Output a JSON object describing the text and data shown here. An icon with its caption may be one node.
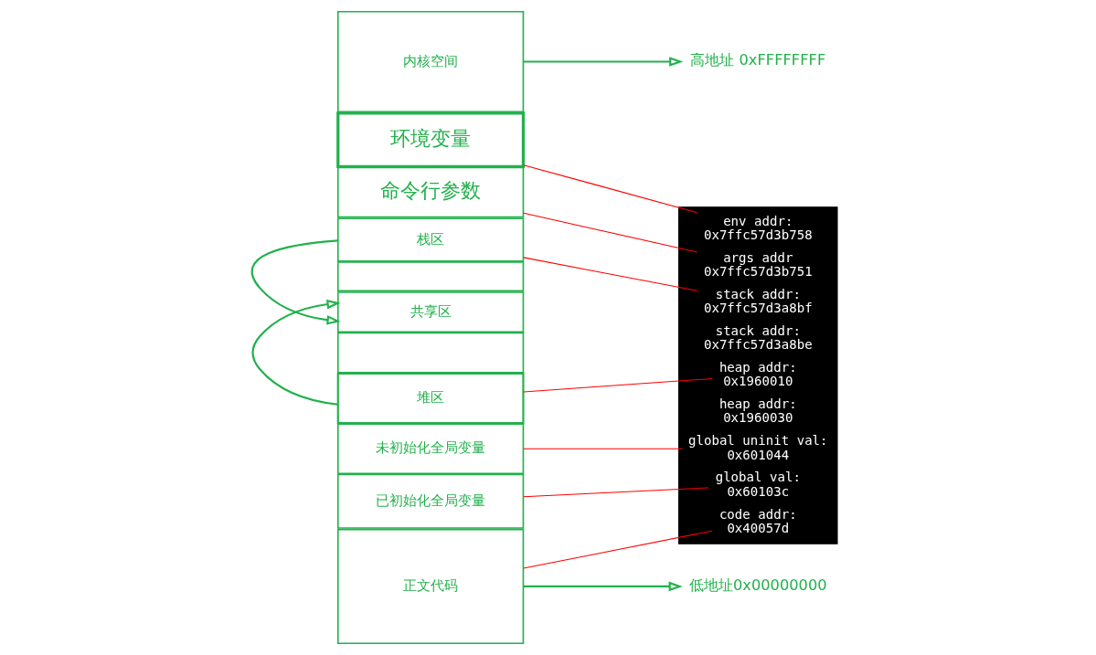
{
  "diagram": {
    "nodes": [
      {
        "text": [
          "内核空间"
        ]
      },
      {
        "text": [
          "环境变量"
        ]
      },
      {
        "text": [
          "命令行参数"
        ]
      },
      {
        "text": [
          "栈区"
        ]
      },
      {
        "text": [],
        "shape": "box"
      },
      {
        "text": [
          "共享区"
        ]
      },
      {
        "text": [],
        "shape": "box"
      },
      {
        "text": [
          "堆区"
        ]
      },
      {
        "text": [
          "未初始化全局变量"
        ]
      },
      {
        "text": [
          "已初始化全局变量"
        ]
      },
      {
        "text": [
          "正文代码"
        ]
      },
      {
        "text": [],
        "shape": "box"
      },
      {
        "text": [
          "env addr:",
          "0x7ffc57d3b758"
        ],
        "in": 11
      },
      {
        "text": [
          "args addr",
          "0x7ffc57d3b751"
        ],
        "in": 11
      },
      {
        "text": [
          "stack addr:",
          "0x7ffc57d3a8bf"
        ],
        "in": 11
      },
      {
        "text": [
          "stack addr:",
          "0x7ffc57d3a8be"
        ],
        "in": 11
      },
      {
        "text": [
          "heap addr:",
          "0x1960010"
        ],
        "in": 11
      },
      {
        "text": [
          "heap addr:",
          "0x1960030"
        ],
        "in": 11
      },
      {
        "text": [
          "global uninit val:",
          "0x601044"
        ],
        "in": 11
      },
      {
        "text": [
          "global val:",
          "0x60103c"
        ],
        "in": 11
      },
      {
        "text": [
          "code addr:",
          "0x40057d"
        ],
        "in": 11
      },
      {
        "text": [
          "高地址 0xFFFFFFFF"
        ]
      },
      {
        "text": [
          "低地址0x00000000"
        ]
      }
    ],
    "edges": [
      {
        "from": 0,
        "to": 21,
        "arrow": "to",
        "color": "#22b14c"
      },
      {
        "from": 3,
        "to": 5,
        "arrow": "to",
        "color": "#22b14c"
      },
      {
        "from": 7,
        "to": 5,
        "arrow": "to",
        "color": "#22b14c"
      },
      {
        "from": 1,
        "to": 12,
        "arrow": "none"
      },
      {
        "from": 2,
        "to": 13,
        "arrow": "none"
      },
      {
        "from": 3,
        "to": 14,
        "arrow": "none"
      },
      {
        "from": 7,
        "to": 16,
        "arrow": "none"
      },
      {
        "from": 8,
        "to": 18,
        "arrow": "none"
      },
      {
        "from": 9,
        "to": 19,
        "arrow": "none"
      },
      {
        "from": 10,
        "to": 20,
        "arrow": "none"
      },
      {
        "from": 10,
        "to": 22,
        "arrow": "to",
        "color": "#22b14c"
      }
    ]
  }
}
